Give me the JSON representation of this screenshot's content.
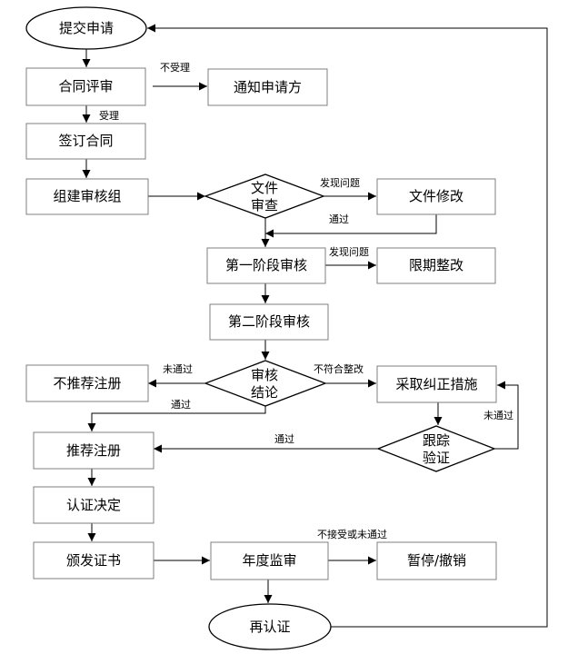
{
  "nodes": {
    "submit": "提交申请",
    "contract_review": "合同评审",
    "notify": "通知申请方",
    "sign_contract": "签订合同",
    "form_team": "组建审核组",
    "doc_review_l1": "文件",
    "doc_review_l2": "审查",
    "doc_modify": "文件修改",
    "stage1": "第一阶段审核",
    "rectify_limit": "限期整改",
    "stage2": "第二阶段审核",
    "conclusion_l1": "审核",
    "conclusion_l2": "结论",
    "not_recommend": "不推荐注册",
    "corrective": "采取纠正措施",
    "track_l1": "跟踪",
    "track_l2": "验证",
    "recommend": "推荐注册",
    "decision": "认证决定",
    "issue_cert": "颁发证书",
    "annual_audit": "年度监审",
    "suspend": "暂停/撤销",
    "recert": "再认证"
  },
  "edges": {
    "not_accepted": "不受理",
    "accepted": "受理",
    "problem_found_1": "发现问题",
    "passed_1": "通过",
    "problem_found_2": "发现问题",
    "failed_1": "未通过",
    "nonconform": "不符合整改",
    "passed_2": "通过",
    "failed_2": "未通过",
    "passed_3": "通过",
    "not_accept_or_fail": "不接受或未通过"
  }
}
